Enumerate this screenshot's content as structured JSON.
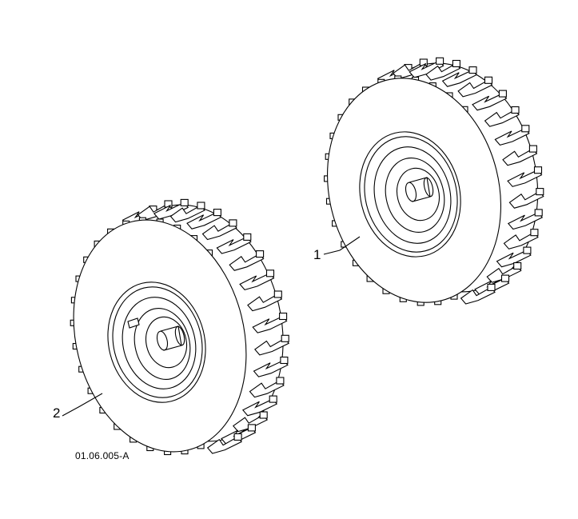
{
  "diagram": {
    "figure_code": "01.06.005-A",
    "callouts": [
      {
        "id": "wheel-1",
        "label": "1"
      },
      {
        "id": "wheel-2",
        "label": "2"
      }
    ],
    "colors": {
      "line": "#000000",
      "background": "#ffffff"
    }
  }
}
